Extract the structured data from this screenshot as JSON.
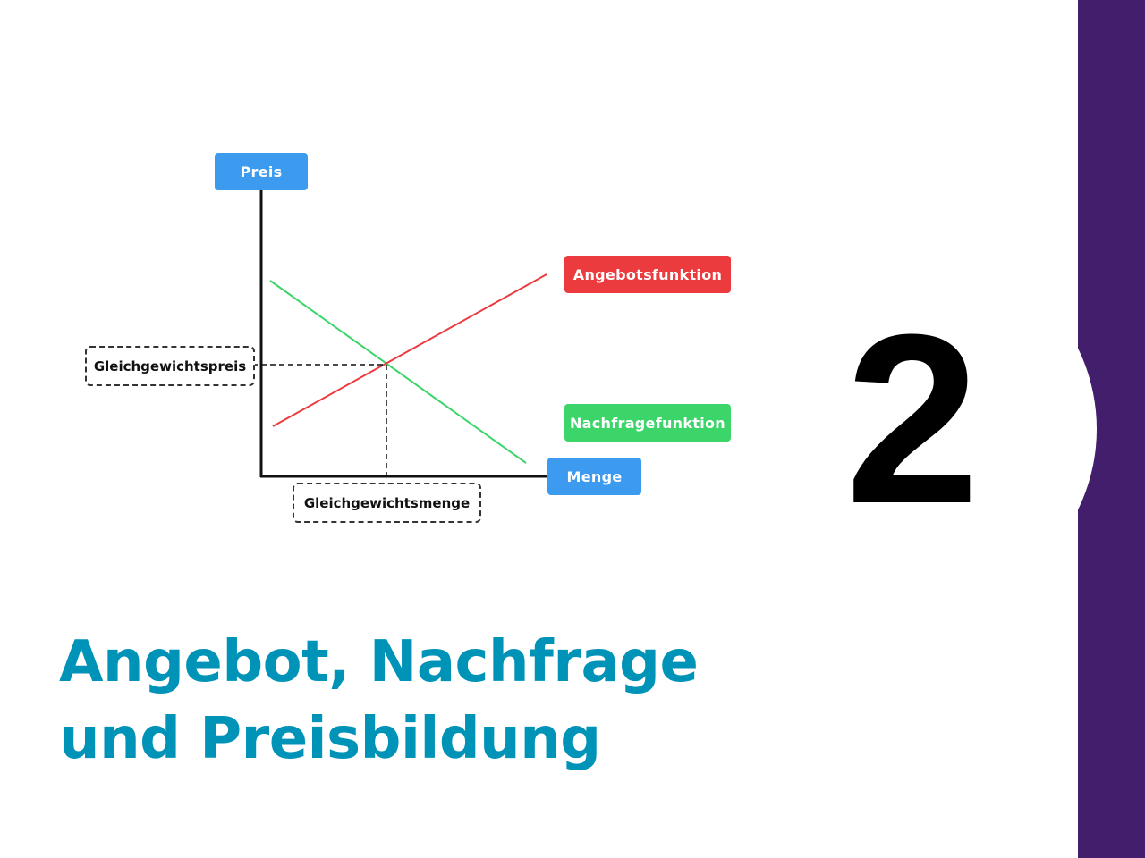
{
  "slide": {
    "number": "2",
    "title_line1": "Angebot, Nachfrage",
    "title_line2": "und Preisbildung",
    "colors": {
      "title": "#0093b8",
      "sidebar": "#431e6d",
      "axis_label_bg": "#3d9bef",
      "supply": "#ec3b3f",
      "demand": "#3bd56a",
      "number": "#000000"
    }
  },
  "diagram": {
    "y_axis_label": "Preis",
    "x_axis_label": "Menge",
    "supply_label": "Angebotsfunktion",
    "demand_label": "Nachfragefunktion",
    "equilibrium_price_label": "Gleichgewichtspreis",
    "equilibrium_quantity_label": "Gleichgewichtsmenge"
  },
  "chart_data": {
    "type": "line",
    "title": "",
    "xlabel": "Menge",
    "ylabel": "Preis",
    "series": [
      {
        "name": "Angebotsfunktion",
        "color": "#ec3b3f",
        "points": [
          [
            0.1,
            0.2
          ],
          [
            1.0,
            0.9
          ]
        ]
      },
      {
        "name": "Nachfragefunktion",
        "color": "#3bd56a",
        "points": [
          [
            0.05,
            0.85
          ],
          [
            0.95,
            0.05
          ]
        ]
      }
    ],
    "annotations": [
      {
        "text": "Gleichgewichtspreis",
        "axis": "y",
        "value": 0.5
      },
      {
        "text": "Gleichgewichtsmenge",
        "axis": "x",
        "value": 0.45
      }
    ],
    "grid": false,
    "ticks": "none"
  }
}
